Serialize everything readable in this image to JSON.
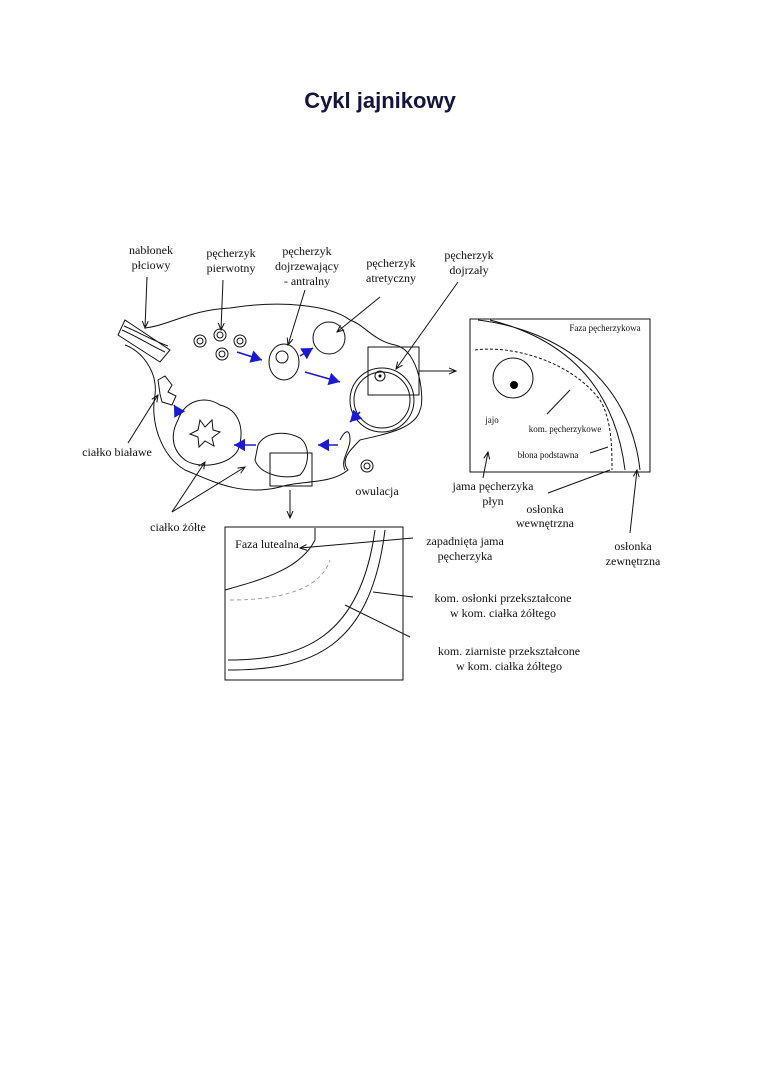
{
  "title": "Cykl jajnikowy",
  "labels": {
    "nablonek": [
      "nabłonek",
      "płciowy"
    ],
    "pierwotny": [
      "pęcherzyk",
      "pierwotny"
    ],
    "dojrzewajacy": [
      "pęcherzyk",
      "dojrzewający",
      "- antralny"
    ],
    "atretyczny": [
      "pęcherzyk",
      "atretyczny"
    ],
    "dojrzaly": [
      "pęcherzyk",
      "dojrzały"
    ],
    "cialko_bialawe": "ciałko białawe",
    "owulacja": "owulacja",
    "cialko_zolte": "ciałko żółte",
    "faza_pecherzykowa": "Faza pęcherzykowa",
    "jajo": "jajo",
    "kom_pecherzykowe": "kom. pęcherzykowe",
    "blona_podstawna": "błona podstawna",
    "jama_plyn": [
      "jama pęcherzyka",
      "płyn"
    ],
    "oslonka_wew": [
      "osłonka",
      "wewnętrzna"
    ],
    "oslonka_zew": [
      "osłonka",
      "zewnętrzna"
    ],
    "faza_lutealna": "Faza lutealna",
    "zapadnieta": [
      "zapadnięta jama",
      "pęcherzyka"
    ],
    "kom_oslonki": [
      "kom. osłonki przekształcone",
      "w kom. ciałka żółtego"
    ],
    "kom_ziarniste": [
      "kom. ziarniste przekształcone",
      "w kom. ciałka żółtego"
    ]
  }
}
